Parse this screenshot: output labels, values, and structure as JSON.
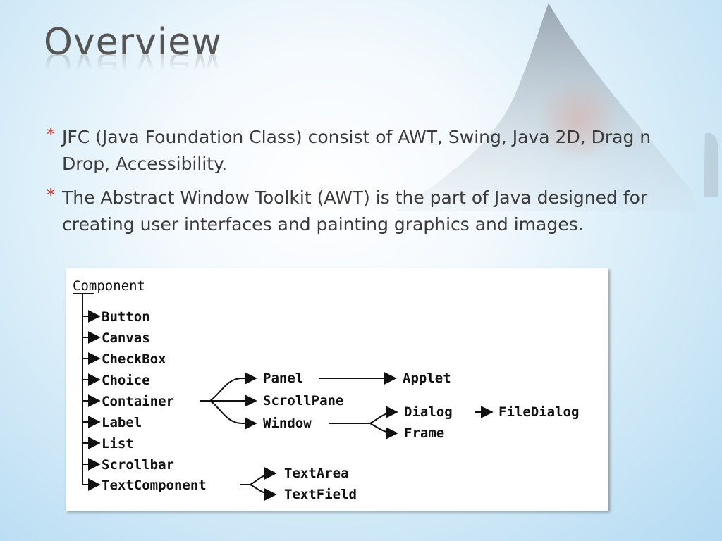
{
  "slide": {
    "title": "Overview",
    "bullets": [
      "JFC (Java Foundation Class) consist of AWT, Swing, Java 2D, Drag n Drop, Accessibility.",
      "The Abstract Window Toolkit (AWT) is the part of Java designed for creating user interfaces and painting graphics and images."
    ],
    "bullet_marker": "*"
  },
  "diagram": {
    "root": "Component",
    "children": [
      "Button",
      "Canvas",
      "CheckBox",
      "Choice",
      "Container",
      "Label",
      "List",
      "Scrollbar",
      "TextComponent"
    ],
    "container_children": [
      "Panel",
      "ScrollPane",
      "Window"
    ],
    "panel_child": "Applet",
    "window_children": [
      "Dialog",
      "Frame"
    ],
    "dialog_child": "FileDialog",
    "textcomponent_children": [
      "TextArea",
      "TextField"
    ]
  },
  "colors": {
    "bullet_marker": "#d9352b",
    "title": "#555555",
    "body_text": "#3a3a3a"
  }
}
